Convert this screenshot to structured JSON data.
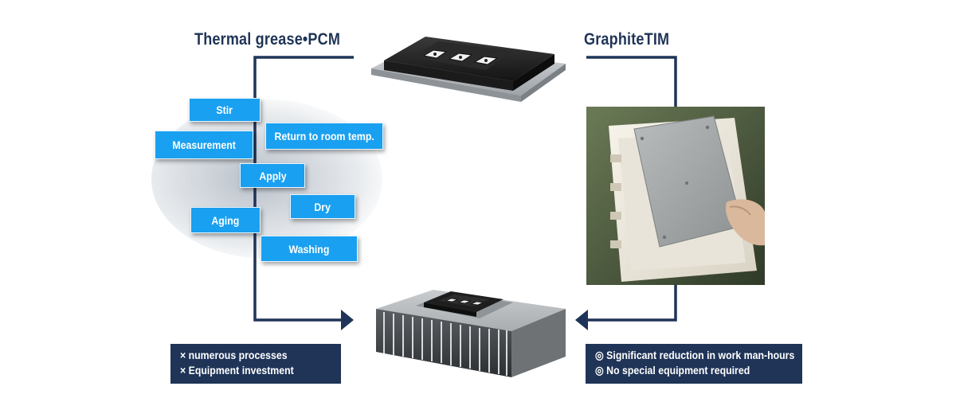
{
  "headings": {
    "left": "Thermal grease•PCM",
    "right": "GraphiteTIM"
  },
  "process_steps": [
    {
      "id": "stir",
      "label": "Stir"
    },
    {
      "id": "measurement",
      "label": "Measurement"
    },
    {
      "id": "return",
      "label": "Return to room temp."
    },
    {
      "id": "apply",
      "label": "Apply"
    },
    {
      "id": "dry",
      "label": "Dry"
    },
    {
      "id": "aging",
      "label": "Aging"
    },
    {
      "id": "washing",
      "label": "Washing"
    }
  ],
  "notes": {
    "left": [
      "× numerous processes",
      "× Equipment investment"
    ],
    "right": [
      "◎ Significant reduction in work man-hours",
      "◎ No special equipment required"
    ]
  },
  "colors": {
    "navy": "#1f3457",
    "step_blue": "#1aa0f0",
    "arrow": "#1f3457"
  },
  "icons": {
    "module": "power-module-icon",
    "heatsink": "heatsink-icon",
    "photo": "graphite-sheet-photo"
  }
}
